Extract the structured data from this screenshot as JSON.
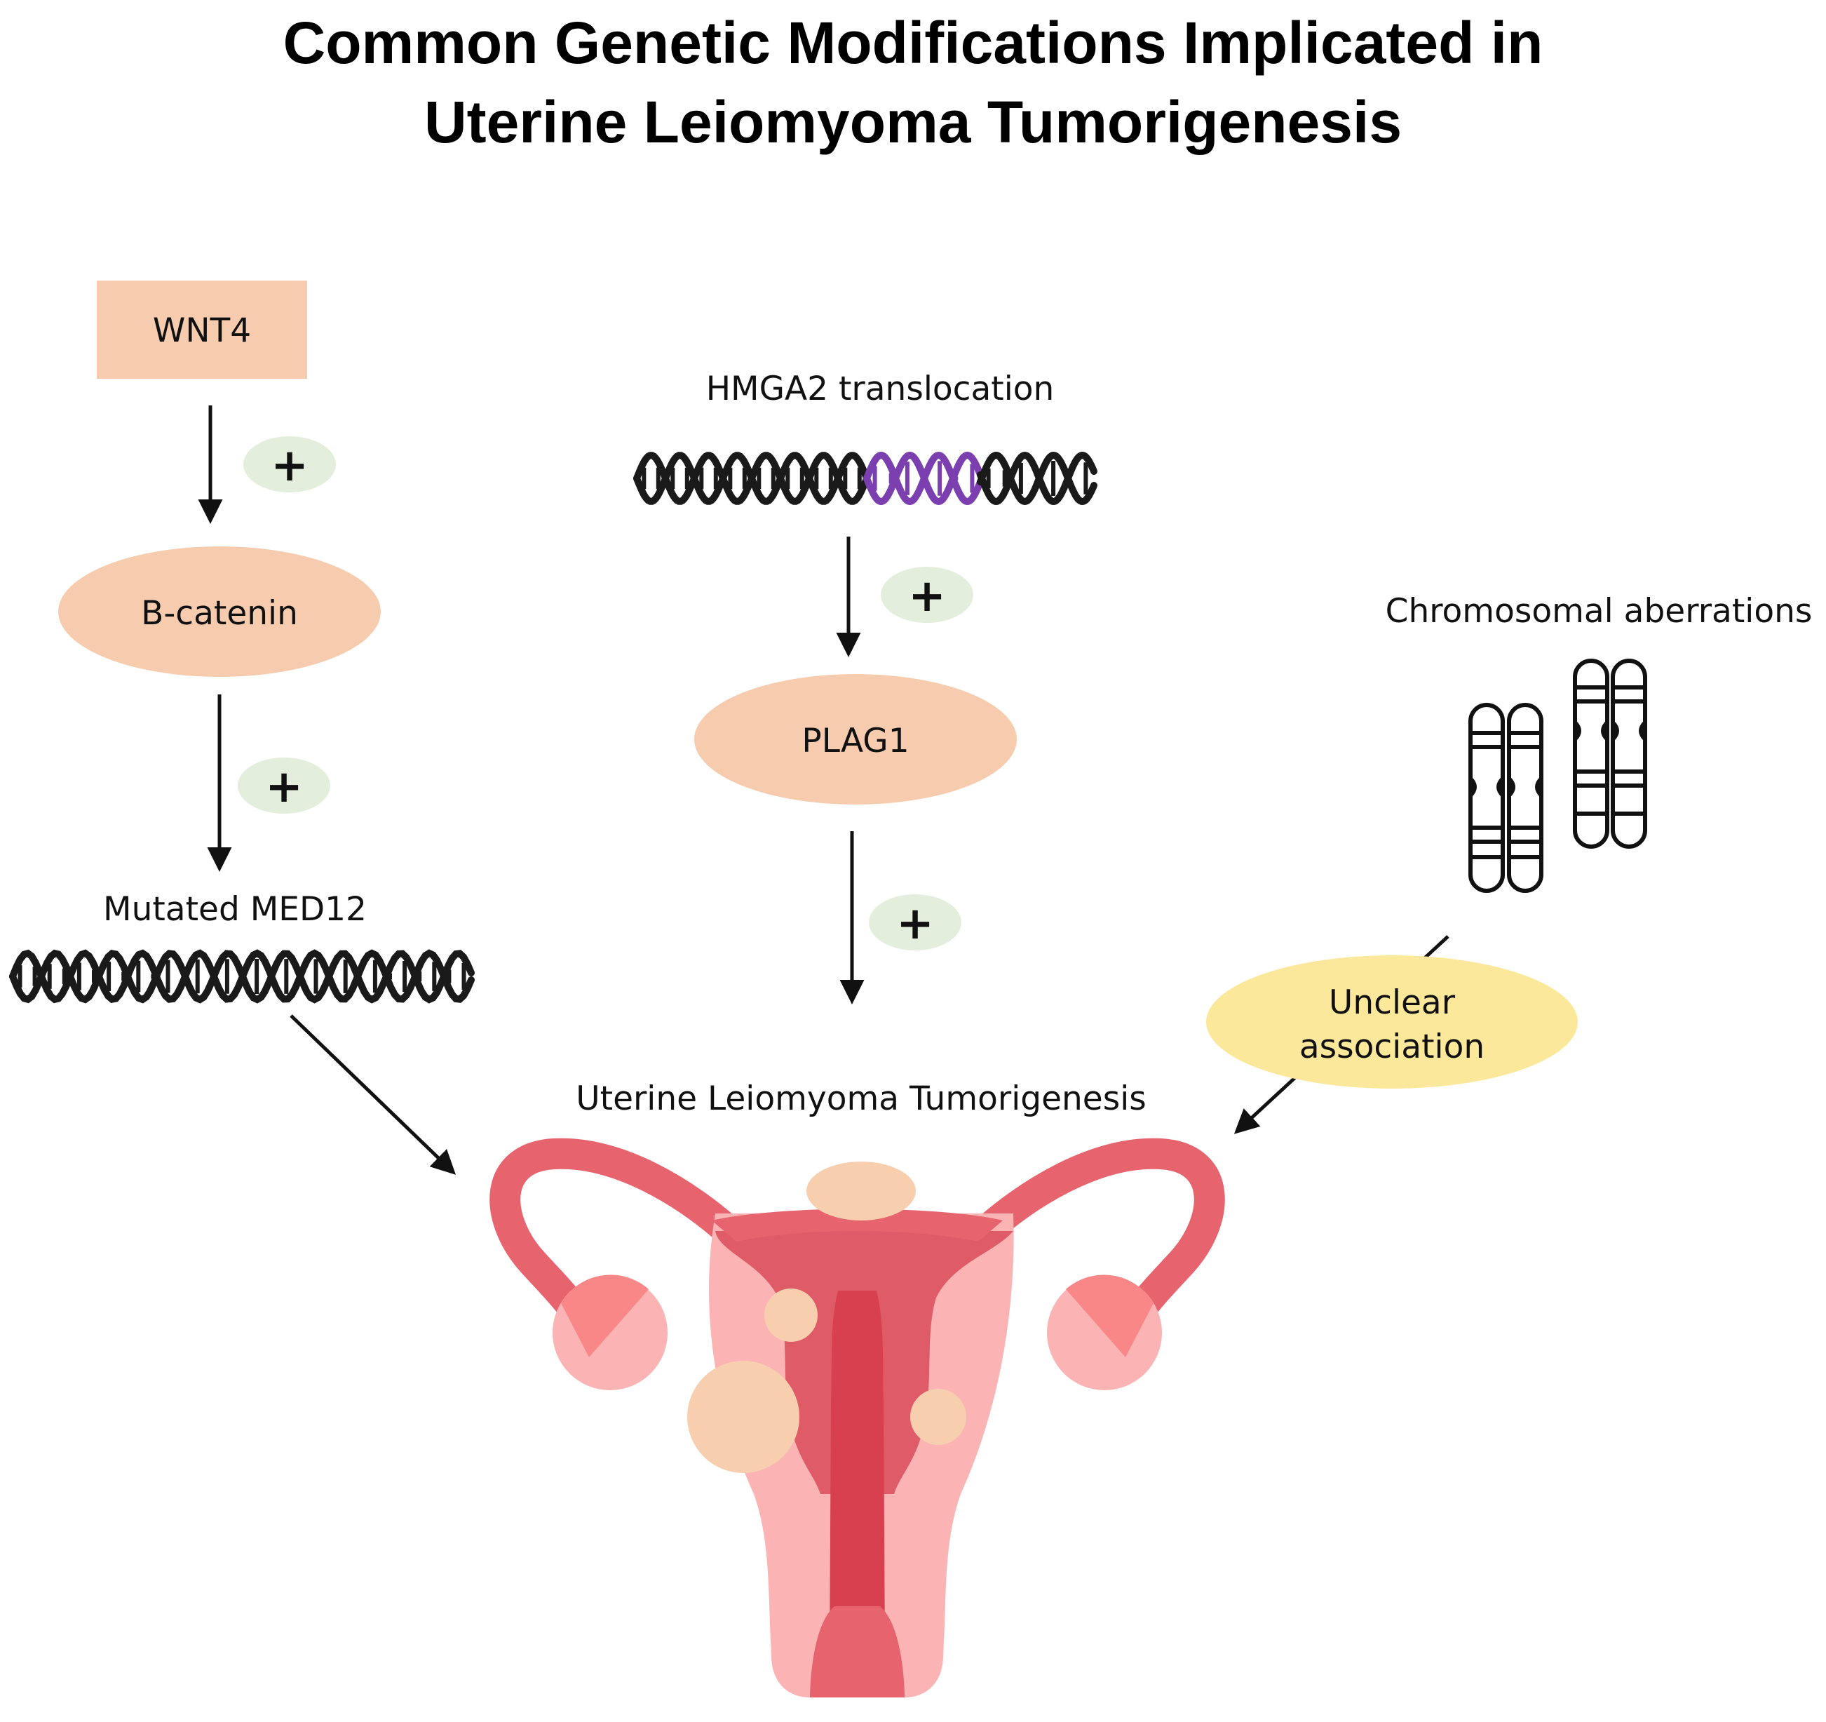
{
  "title": {
    "line1": "Common Genetic Modifications Implicated in",
    "line2": "Uterine Leiomyoma Tumorigenesis"
  },
  "nodes": {
    "wnt4": "WNT4",
    "bcatenin": "B-catenin",
    "med12": "Mutated MED12",
    "hmga2": "HMGA2 translocation",
    "plag1": "PLAG1",
    "chromosomal": "Chromosomal aberrations",
    "unclear_line1": "Unclear",
    "unclear_line2": "association",
    "outcome": "Uterine Leiomyoma Tumorigenesis"
  },
  "effect_sign": "+",
  "colors": {
    "peach": "#f7ccae",
    "green_badge": "#e3efdc",
    "yellow": "#fce89a",
    "dna": "#1a1a1a",
    "dna_highlight": "#7b3fb0",
    "uterus_outer": "#e7646e",
    "uterus_body": "#fbb3b4",
    "uterus_inner": "#e05b68",
    "uterus_canal": "#d8404f",
    "fibroid": "#f8cfae"
  },
  "icons": [
    "dna-icon",
    "chromosome-icon",
    "uterus-icon",
    "arrow-icon"
  ]
}
